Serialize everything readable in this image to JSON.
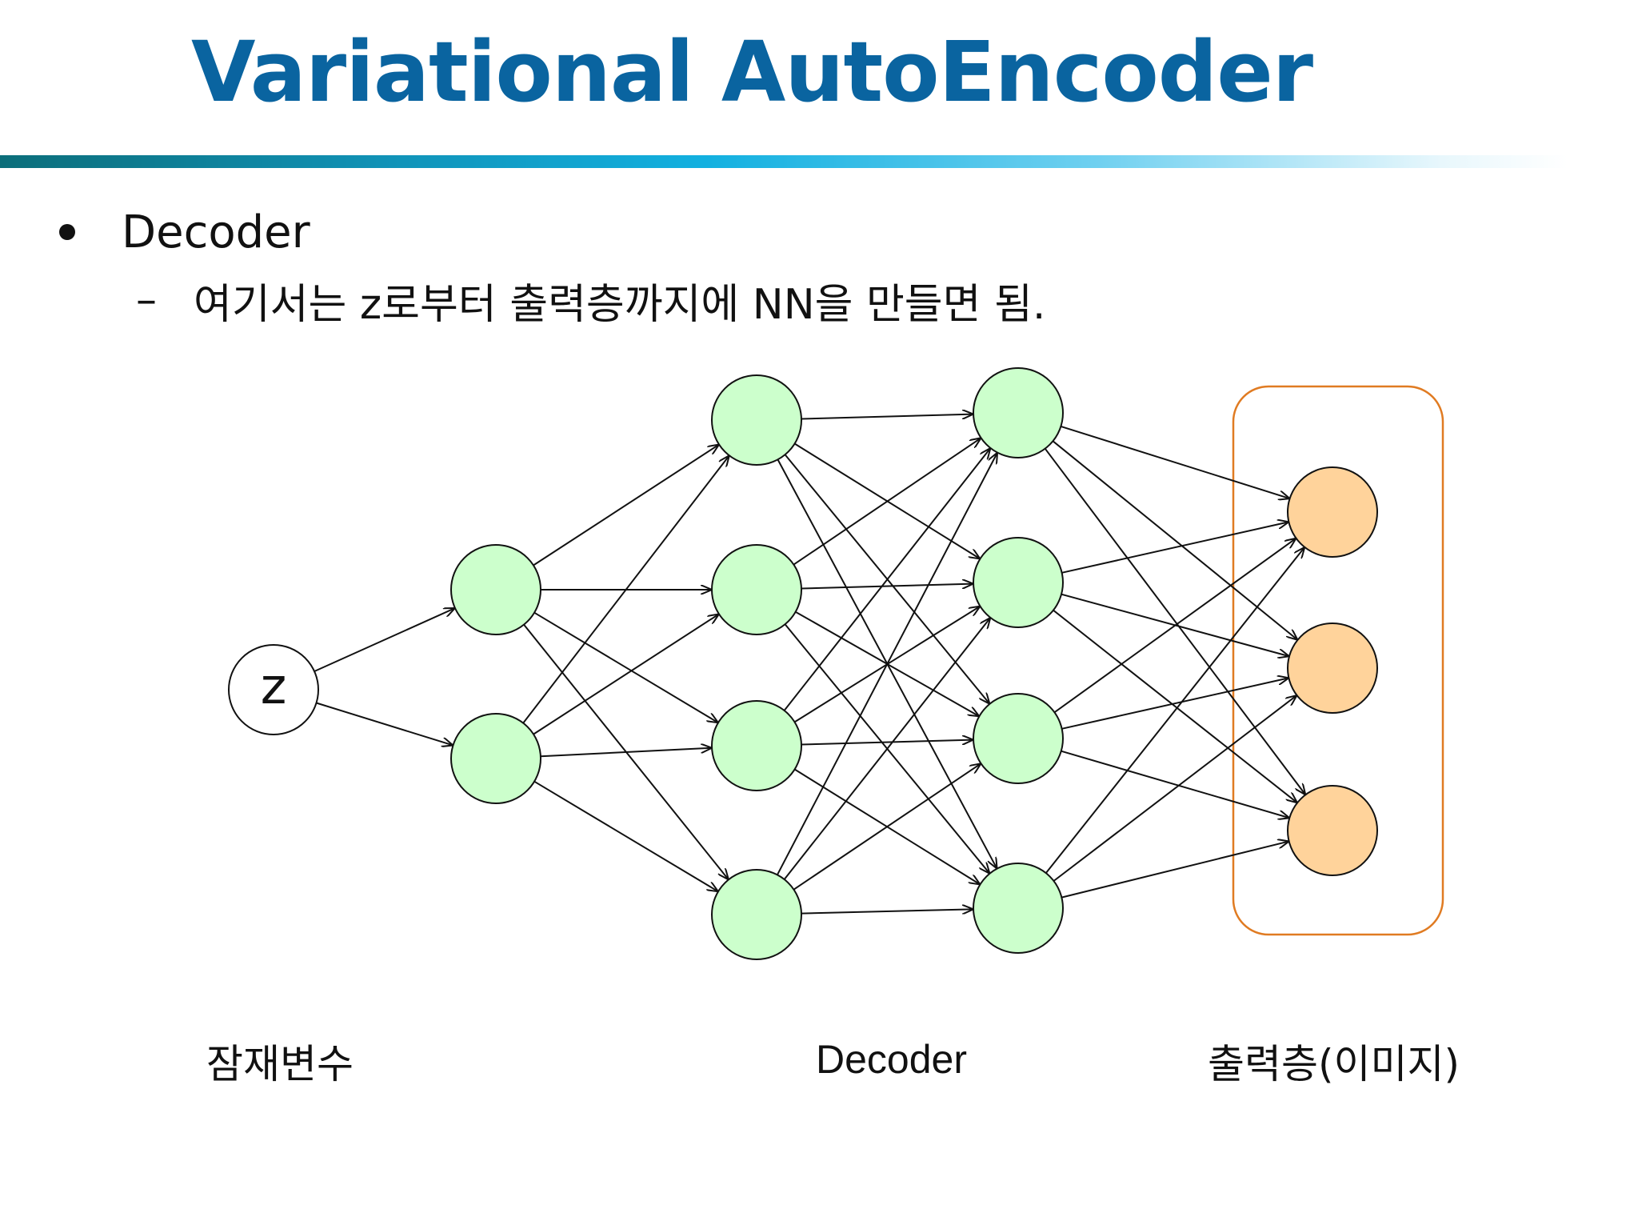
{
  "slide": {
    "title": "Variational AutoEncoder",
    "bullet": "Decoder",
    "sub_bullet_dash": "–",
    "sub_bullet": "여기서는 z로부터 출력층까지에 NN을 만들면 됨."
  },
  "diagram": {
    "input_node_label": "z",
    "layers": [
      {
        "name": "latent",
        "nodes": 1
      },
      {
        "name": "hidden-1",
        "nodes": 2
      },
      {
        "name": "hidden-2",
        "nodes": 4
      },
      {
        "name": "hidden-3",
        "nodes": 4
      },
      {
        "name": "output",
        "nodes": 3
      }
    ],
    "colors": {
      "input_fill": "#ffffff",
      "hidden_fill": "#ccffcc",
      "output_fill": "#ffd39b",
      "output_box_stroke": "#e07b22",
      "edge": "#111111"
    },
    "captions": {
      "latent": "잠재변수",
      "decoder": "Decoder",
      "output": "출력층(이미지)"
    }
  }
}
